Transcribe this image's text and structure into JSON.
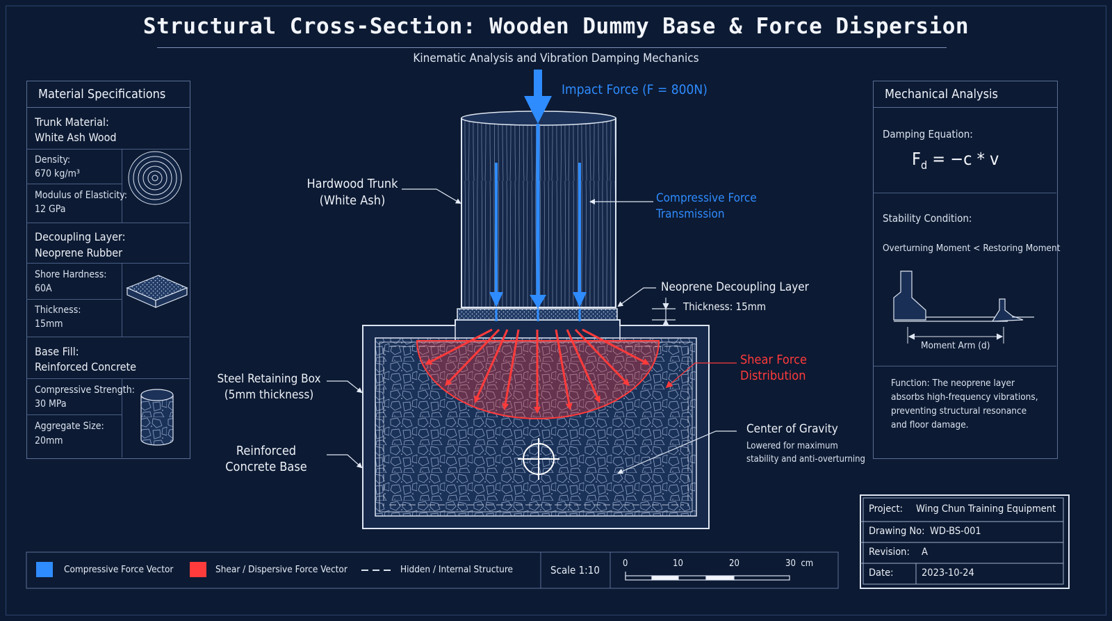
{
  "title": "Structural Cross-Section: Wooden Dummy Base & Force Dispersion",
  "subtitle": "Kinematic Analysis and Vibration Damping Mechanics",
  "material_specs": {
    "header": "Material Specifications",
    "trunk": {
      "title1": "Trunk Material:",
      "title2": "White Ash Wood",
      "p1_label": "Density:",
      "p1_value": "670 kg/m³",
      "p2_label": "Modulus of Elasticity:",
      "p2_value": "12 GPa"
    },
    "decoupling": {
      "title1": "Decoupling Layer:",
      "title2": "Neoprene Rubber",
      "p1_label": "Shore Hardness:",
      "p1_value": "60A",
      "p2_label": "Thickness:",
      "p2_value": "15mm"
    },
    "base": {
      "title1": "Base Fill:",
      "title2": "Reinforced Concrete",
      "p1_label": "Compressive Strength:",
      "p1_value": "30 MPa",
      "p2_label": "Aggregate Size:",
      "p2_value": "20mm"
    }
  },
  "mechanical": {
    "header": "Mechanical Analysis",
    "damping_label": "Damping Equation:",
    "eq_f": "F",
    "eq_sub": "d",
    "eq_rest": " = −c * v",
    "stability_label": "Stability Condition:",
    "stability_left": "Overturning Moment",
    "stability_op": "<",
    "stability_right": "Restoring Moment",
    "moment_arm": "Moment Arm (d)",
    "function_text": [
      "Function:  The neoprene layer",
      "absorbs high-frequency vibrations,",
      "preventing structural resonance",
      "and floor damage."
    ]
  },
  "annotations": {
    "impact": "Impact Force (F = 800N)",
    "trunk": [
      "Hardwood Trunk",
      "(White Ash)"
    ],
    "compressive": [
      "Compressive Force",
      "Transmission"
    ],
    "neoprene": "Neoprene Decoupling Layer",
    "thickness": "Thickness: 15mm",
    "shear": [
      "Shear Force",
      "Distribution"
    ],
    "steel": [
      "Steel Retaining Box",
      "(5mm thickness)"
    ],
    "concrete": [
      "Reinforced",
      "Concrete Base"
    ],
    "cog_title": "Center of Gravity",
    "cog_desc": [
      "Lowered for maximum",
      "stability and anti-overturning"
    ]
  },
  "legend": {
    "compressive": "Compressive Force Vector",
    "shear": "Shear / Dispersive Force Vector",
    "hidden": "Hidden / Internal Structure",
    "scale": "Scale  1:10",
    "ticks": [
      "0",
      "10",
      "20",
      "30"
    ],
    "unit": "cm"
  },
  "title_block": {
    "rows": [
      {
        "label": "Project:",
        "value": "Wing Chun Training Equipment"
      },
      {
        "label": "Drawing No:",
        "value": "WD-BS-001"
      },
      {
        "label": "Revision:",
        "value": "A"
      },
      {
        "label": "Date:",
        "value": "2023-10-24"
      }
    ]
  },
  "colors": {
    "background": "#0c1a33",
    "compressive": "#2f8cff",
    "shear": "#ff3b3b",
    "line": "#dfe6f2"
  }
}
